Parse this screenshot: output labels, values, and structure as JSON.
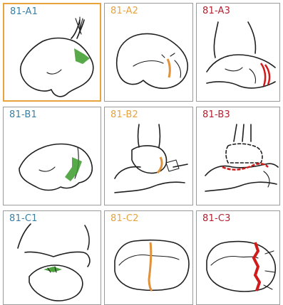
{
  "colors": {
    "group_a": "#3a7fa3",
    "group_b": "#e8a33c",
    "group_c": "#b0202e",
    "fracture_green": "#3a9a2a",
    "fracture_orange": "#e0913a",
    "fracture_red": "#d11a1a",
    "selected_border": "#e8a33c",
    "tile_border": "#9b9b9b"
  },
  "tiles": [
    {
      "code": "81-A1",
      "color": "#3a7fa3",
      "selected": true,
      "icon": "talus-fracture-diagram-icon"
    },
    {
      "code": "81-A2",
      "color": "#e8a33c",
      "selected": false,
      "icon": "talus-fracture-diagram-icon"
    },
    {
      "code": "81-A3",
      "color": "#b0202e",
      "selected": false,
      "icon": "talus-fracture-diagram-icon"
    },
    {
      "code": "81-B1",
      "color": "#3a7fa3",
      "selected": false,
      "icon": "talus-fracture-diagram-icon"
    },
    {
      "code": "81-B2",
      "color": "#e8a33c",
      "selected": false,
      "icon": "talus-fracture-diagram-icon"
    },
    {
      "code": "81-B3",
      "color": "#b0202e",
      "selected": false,
      "icon": "talus-fracture-diagram-icon"
    },
    {
      "code": "81-C1",
      "color": "#3a7fa3",
      "selected": false,
      "icon": "talus-fracture-diagram-icon"
    },
    {
      "code": "81-C2",
      "color": "#e8a33c",
      "selected": false,
      "icon": "talus-fracture-diagram-icon"
    },
    {
      "code": "81-C3",
      "color": "#b0202e",
      "selected": false,
      "icon": "talus-fracture-diagram-icon"
    }
  ]
}
